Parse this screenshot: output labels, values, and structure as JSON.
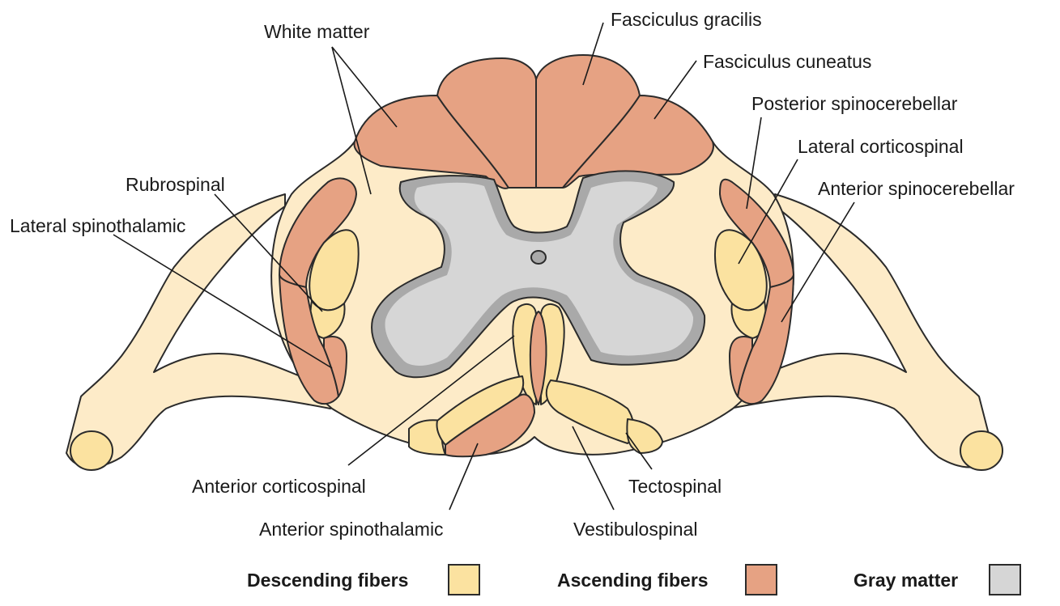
{
  "colors": {
    "white_matter": "#FDEBC8",
    "descending": "#FBE2A0",
    "ascending": "#E6A283",
    "gray_matter": "#D6D6D6",
    "gray_matter_rim": "#A9A9A9",
    "outline": "#2b2b2b"
  },
  "labels": {
    "white_matter": "White matter",
    "fasciculus_gracilis": "Fasciculus gracilis",
    "fasciculus_cuneatus": "Fasciculus cuneatus",
    "posterior_spinocerebellar": "Posterior spinocerebellar",
    "lateral_corticospinal": "Lateral corticospinal",
    "anterior_spinocerebellar": "Anterior spinocerebellar",
    "rubrospinal": "Rubrospinal",
    "lateral_spinothalamic": "Lateral spinothalamic",
    "anterior_corticospinal": "Anterior corticospinal",
    "anterior_spinothalamic": "Anterior spinothalamic",
    "tectospinal": "Tectospinal",
    "vestibulospinal": "Vestibulospinal"
  },
  "legend": {
    "descending": "Descending fibers",
    "ascending": "Ascending fibers",
    "gray": "Gray matter"
  }
}
